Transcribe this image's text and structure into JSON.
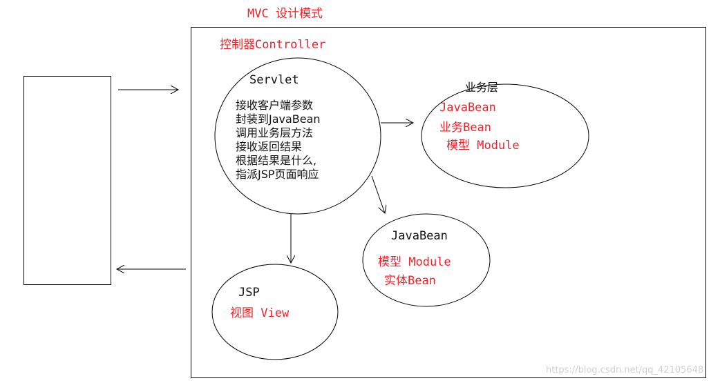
{
  "title": "MVC 设计模式",
  "controller": {
    "label": "控制器Controller",
    "servlet_title": "Servlet",
    "servlet_lines": [
      "接收客户端参数",
      "封装到JavaBean",
      "调用业务层方法",
      "接收返回结果",
      "根据结果是什么,",
      "指派JSP页面响应"
    ]
  },
  "business": {
    "title": "业务层",
    "lines": [
      "JavaBean",
      "业务Bean",
      "模型 Module"
    ]
  },
  "entity": {
    "title": "JavaBean",
    "lines": [
      "模型 Module",
      "实体Bean"
    ]
  },
  "view": {
    "title": "JSP",
    "label": "视图 View"
  },
  "watermark": "https://blog.csdn.net/qq_42105648",
  "colors": {
    "red_text": "#e8262d",
    "stroke": "#000000",
    "background": "#ffffff"
  }
}
